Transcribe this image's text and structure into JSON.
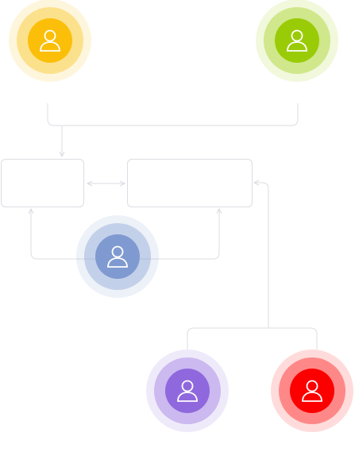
{
  "diagram": {
    "avatars": [
      {
        "id": "top-left",
        "color": "#fbbf0a",
        "icon": "user-icon"
      },
      {
        "id": "top-right",
        "color": "#9acb07",
        "icon": "user-icon"
      },
      {
        "id": "middle",
        "color": "#7f9ad0",
        "icon": "user-icon"
      },
      {
        "id": "bottom-left",
        "color": "#9068dd",
        "icon": "user-icon"
      },
      {
        "id": "bottom-right",
        "color": "#fc0000",
        "icon": "user-icon"
      }
    ],
    "nodes": [
      {
        "id": "left-box",
        "label": ""
      },
      {
        "id": "right-box",
        "label": ""
      }
    ],
    "connector_color": "#dcdde3"
  }
}
